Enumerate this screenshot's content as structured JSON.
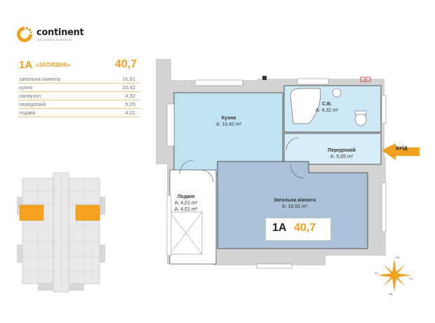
{
  "brand": {
    "name": "continent",
    "tagline": "житловий комплекс"
  },
  "apartment": {
    "code": "1А",
    "name": "«ЗАТИШНА»",
    "area": "40,7"
  },
  "rooms": [
    {
      "name": "загальна кімната",
      "area": "16,91"
    },
    {
      "name": "кухня",
      "area": "10,42"
    },
    {
      "name": "санвузол",
      "area": "4,32"
    },
    {
      "name": "передпокій",
      "area": "5,05"
    },
    {
      "name": "лоджія",
      "area": "4,01"
    }
  ],
  "plan_labels": {
    "kitchen": {
      "name": "Кухня",
      "area": "А: 10,42 m²"
    },
    "bathroom": {
      "name": "С.В.",
      "area": "А: 4,32 m²"
    },
    "hall": {
      "name": "Передпокій",
      "area": "А: 5,05 m²"
    },
    "living": {
      "name": "Загальна кімната",
      "area": "А: 16,91 m²"
    },
    "loggia": {
      "name": "Лоджія",
      "area1": "А: 4,01 m²",
      "area2": "А: 4,01 m²"
    }
  },
  "badge": {
    "code": "1А",
    "area": "40,7"
  },
  "entry": {
    "label": "вхід"
  },
  "compass": {
    "n": "Пн.",
    "s": "Пд.",
    "e": "Сх.",
    "w": "Зх."
  },
  "colors": {
    "accent": "#f2a01f",
    "kitchen_fill": "#bfe3f3",
    "bath_fill": "#cde9f6",
    "hall_fill": "#d7eef8",
    "living_fill": "#aac2d9",
    "wall": "#d3d3d3",
    "highlight": "#f4a11f"
  }
}
